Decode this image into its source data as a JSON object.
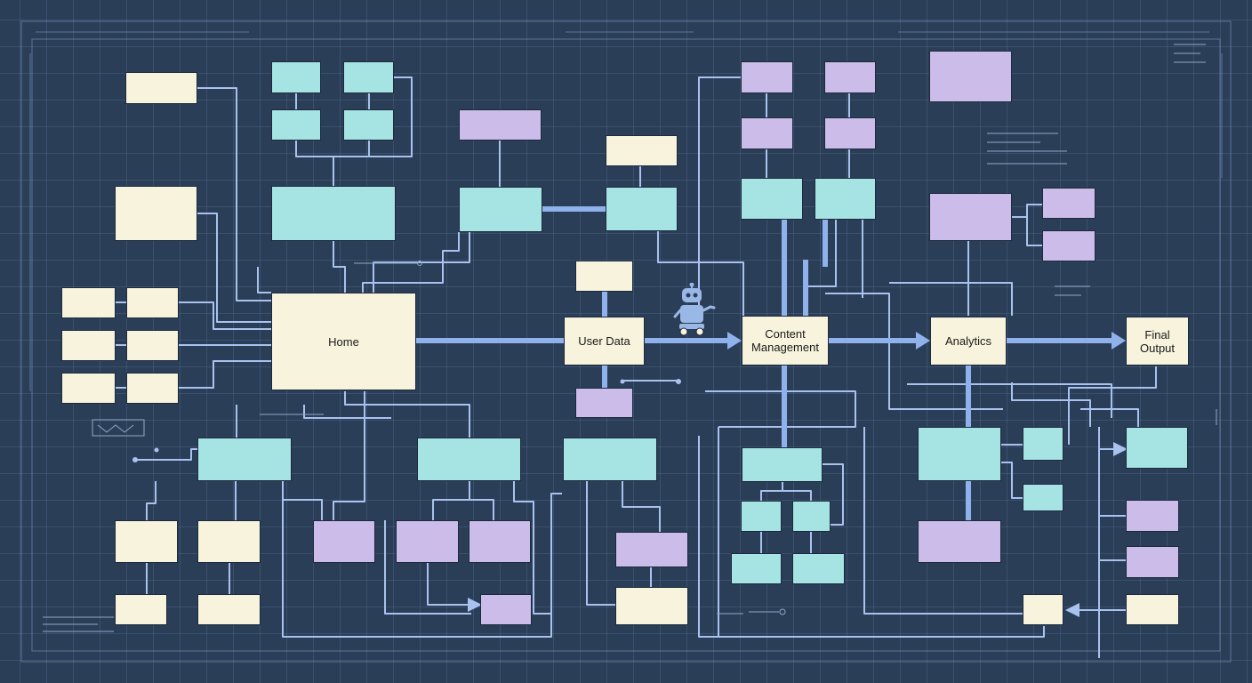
{
  "diagram": {
    "nodes": {
      "home": "Home",
      "user_data": "User Data",
      "content_management": "Content\nManagement",
      "analytics": "Analytics",
      "final_output": "Final\nOutput"
    },
    "icons": {
      "mascot": "robot-icon"
    },
    "colors": {
      "background": "#2b3e58",
      "grid": "#8cafd7",
      "connector": "#a9c2ee",
      "main_flow": "#8fb2ec",
      "cream": "#f7f3dc",
      "cyan": "#a6e4e4",
      "purple": "#cbbce9"
    }
  }
}
